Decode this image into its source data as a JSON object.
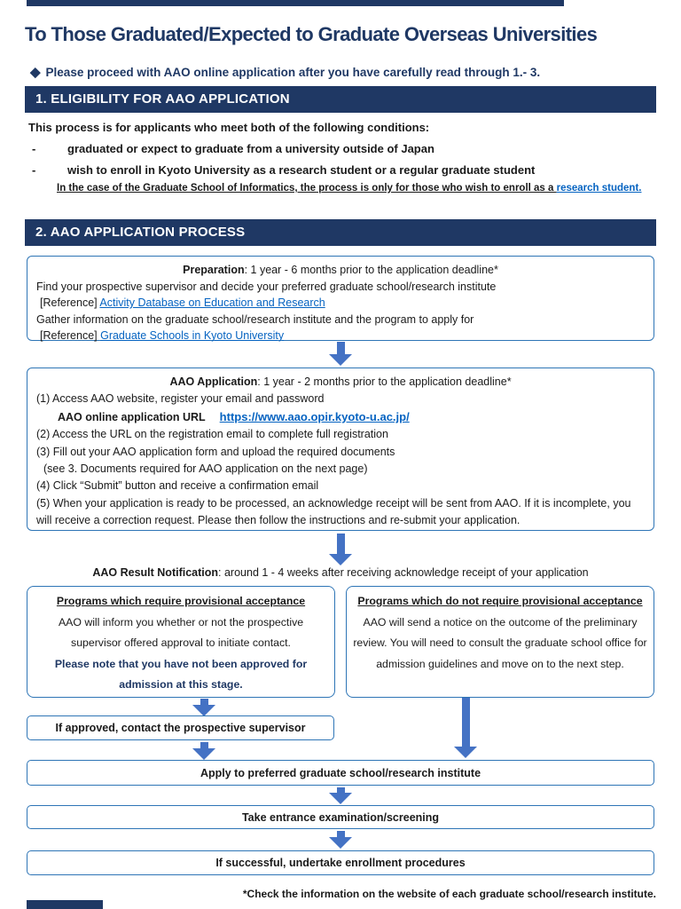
{
  "page": {
    "title": "To Those Graduated/Expected to Graduate Overseas Universities",
    "bullet_icon": "◆",
    "intro_note": "Please proceed with AAO online application after you have carefully read through 1.- 3.",
    "footnote": "*Check the information on the website of each graduate school/research institute."
  },
  "colors": {
    "navy": "#1F3864",
    "link_blue": "#0563C1",
    "arrow_blue": "#4472C4",
    "box_border_blue": "#2E75B6"
  },
  "section1": {
    "heading": "1. ELIGIBILITY FOR AAO APPLICATION",
    "intro": "This process is for applicants who meet both of the following conditions:",
    "dash": "-",
    "condition1": "graduated or expect to graduate from a university outside of Japan",
    "condition2": "wish to enroll in Kyoto University as a research student or a regular graduate student",
    "informatics_note": "In the case of the Graduate School of Informatics, the process is only for those who wish to enroll as a ",
    "informatics_link": "research student."
  },
  "section2": {
    "heading": "2. AAO APPLICATION PROCESS",
    "preparation": {
      "title": "Preparation",
      "title_rest": ": 1 year - 6 months prior to the application deadline*",
      "line1": "Find your prospective supervisor and decide your preferred graduate school/research institute",
      "ref_label1": "[Reference] ",
      "ref_link1": "Activity Database on Education and Research",
      "line2": "Gather information on the graduate school/research institute and the program to apply for",
      "ref_label2": "[Reference] ",
      "ref_link2": "Graduate Schools in Kyoto University"
    },
    "application": {
      "title": "AAO Application",
      "title_rest": ": 1 year - 2 months prior to the application deadline*",
      "step1": "(1) Access AAO website, register your email and password",
      "url_label": "AAO online application URL",
      "url": "https://www.aao.opir.kyoto-u.ac.jp/",
      "step2": "(2) Access the URL on the registration email to complete full registration",
      "step3": "(3) Fill out your AAO application form and upload the required documents",
      "step3_note": "(see 3. Documents required for AAO application on the next page)",
      "step4": "(4) Click “Submit” button and receive a confirmation email",
      "step5": "(5) When your application is ready to be processed, an acknowledge receipt will be sent from AAO. If it is incomplete, you will receive a correction request. Please then follow the instructions and re-submit your application."
    },
    "result": {
      "title": "AAO Result Notification",
      "title_rest": ": around 1 - 4 weeks after receiving acknowledge receipt of your application"
    },
    "branch_left": {
      "heading": "Programs which require provisional acceptance",
      "body": "AAO will inform you whether or not the prospective supervisor offered approval to initiate contact.",
      "note": "Please note that you have not been approved for admission at this stage."
    },
    "branch_right": {
      "heading": "Programs which do not require provisional acceptance",
      "body": "AAO will send a notice on the outcome of the preliminary review. You will need to consult the graduate school office for admission guidelines and move on to the next step."
    },
    "flow": {
      "approved": "If approved, contact the prospective supervisor",
      "apply": "Apply to preferred graduate school/research institute",
      "exam": "Take entrance examination/screening",
      "enroll": "If successful, undertake enrollment procedures"
    }
  }
}
